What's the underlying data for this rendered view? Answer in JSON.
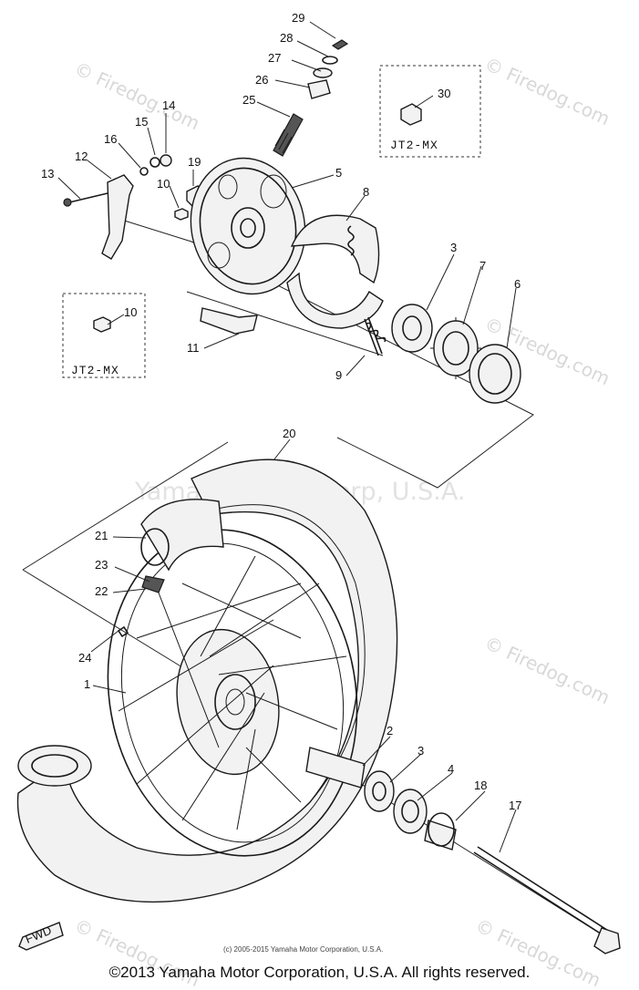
{
  "callouts": [
    {
      "id": "c29",
      "text": "29"
    },
    {
      "id": "c28",
      "text": "28"
    },
    {
      "id": "c27",
      "text": "27"
    },
    {
      "id": "c26",
      "text": "26"
    },
    {
      "id": "c25",
      "text": "25"
    },
    {
      "id": "c30",
      "text": "30"
    },
    {
      "id": "c14",
      "text": "14"
    },
    {
      "id": "c15",
      "text": "15"
    },
    {
      "id": "c16",
      "text": "16"
    },
    {
      "id": "c12",
      "text": "12"
    },
    {
      "id": "c13",
      "text": "13"
    },
    {
      "id": "c19",
      "text": "19"
    },
    {
      "id": "c10a",
      "text": "10"
    },
    {
      "id": "c5",
      "text": "5"
    },
    {
      "id": "c8",
      "text": "8"
    },
    {
      "id": "c3a",
      "text": "3"
    },
    {
      "id": "c7",
      "text": "7"
    },
    {
      "id": "c6",
      "text": "6"
    },
    {
      "id": "c10b",
      "text": "10"
    },
    {
      "id": "c11",
      "text": "11"
    },
    {
      "id": "c9",
      "text": "9"
    },
    {
      "id": "c20",
      "text": "20"
    },
    {
      "id": "c21",
      "text": "21"
    },
    {
      "id": "c23",
      "text": "23"
    },
    {
      "id": "c22",
      "text": "22"
    },
    {
      "id": "c24",
      "text": "24"
    },
    {
      "id": "c1",
      "text": "1"
    },
    {
      "id": "c2",
      "text": "2"
    },
    {
      "id": "c3b",
      "text": "3"
    },
    {
      "id": "c4",
      "text": "4"
    },
    {
      "id": "c18",
      "text": "18"
    },
    {
      "id": "c17",
      "text": "17"
    }
  ],
  "variant_boxes": {
    "top_right": "JT2-MX",
    "left": "JT2-MX"
  },
  "fwd_label": "FWD",
  "watermarks": {
    "firedog": "© Firedog.com",
    "yamaha": "Yamaha Motor Corp, U.S.A."
  },
  "small_copyright": "(c) 2005-2015 Yamaha Motor Corporation, U.S.A.",
  "footer_copyright": "©2013 Yamaha Motor Corporation, U.S.A. All rights reserved."
}
